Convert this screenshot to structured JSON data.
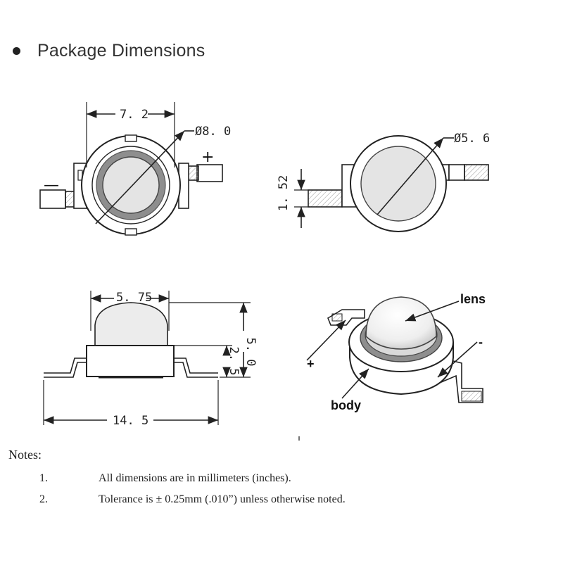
{
  "heading": "Package Dimensions",
  "views": {
    "top": {
      "width": "7. 2",
      "diameter": "Ø8. 0",
      "plus": "+",
      "minus": "—"
    },
    "bottom": {
      "diameter": "Ø5. 6",
      "lead_thickness": "1. 52"
    },
    "side": {
      "lens_width": "5. 75",
      "total_height": "5. 0",
      "body_height": "2. 5",
      "total_length": "14. 5"
    },
    "iso": {
      "lens": "lens",
      "body": "body",
      "plus": "+",
      "minus": "-"
    }
  },
  "notes": {
    "title": "Notes:",
    "items": [
      {
        "num": "1.",
        "text": "All dimensions are in millimeters (inches)."
      },
      {
        "num": "2.",
        "text": "Tolerance is ± 0.25mm (.010”) unless otherwise noted."
      }
    ]
  }
}
